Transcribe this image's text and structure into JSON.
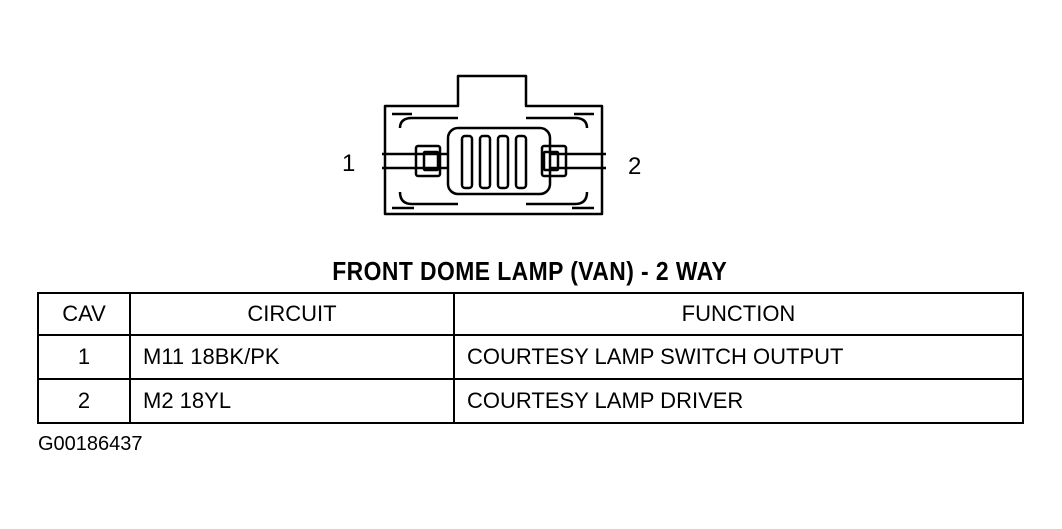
{
  "connector": {
    "pin_1_label": "1",
    "pin_2_label": "2"
  },
  "title": "FRONT DOME LAMP (VAN) - 2 WAY",
  "table": {
    "headers": [
      "CAV",
      "CIRCUIT",
      "FUNCTION"
    ],
    "rows": [
      [
        "1",
        "M11 18BK/PK",
        "COURTESY LAMP SWITCH OUTPUT"
      ],
      [
        "2",
        "M2 18YL",
        "COURTESY LAMP DRIVER"
      ]
    ]
  },
  "figure_id": "G00186437"
}
